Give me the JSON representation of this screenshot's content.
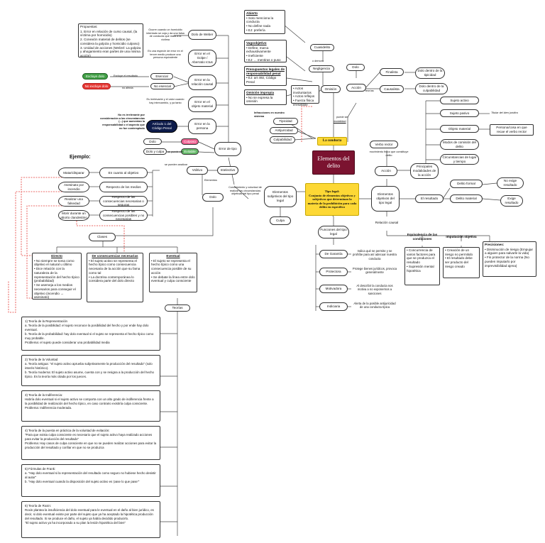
{
  "center": {
    "title": "Elementos del delito",
    "conducta": "La conducta",
    "tipo_legal": "Tipo legal:\nConjunto de elementos objetivos y subjetivos que determinan la materia de la prohibición para cada delito en específico"
  },
  "conducta_branch": {
    "tipicidad": "Tipicidad",
    "antijuricidad": "Antijuricidad",
    "culpabilidad": "Culpabilidad",
    "omision": "Omisión",
    "accion": "Acción",
    "negligencia": "Negligencia",
    "cuasidelito": "Cuasidelito",
    "acceso_demora": "o demora",
    "dolo": "Dolo",
    "finalista": "Finalista",
    "causalista": "Causalista",
    "teorias": "teorías",
    "dolo_dentro_tipicidad": "Dolo dentro de la tipicidad",
    "dolo_dentro_culpabilidad": "Dolo dentro de la culpabilidad",
    "actos_involuntarios": "• Actos involuntarios\n• Actos reflejos\n• Fuerza física irresistible",
    "infracciones_nota": "Infracciones en nuestro sistema",
    "puede_ser": "puede ser",
    "modalidad": "modalidad"
  },
  "omission_boxes": {
    "abierto_title": "Abierto",
    "abierto_items": [
      "• Solo menciona la conducta",
      "• No define nada",
      "• EJ: prefería"
    ],
    "vagoobjetivo_title": "Vagoobjetivo",
    "vagoobjetivo_items": [
      "• Define, marca exhaustivamente",
      "• Ineficiente",
      "• EJ: ... mentiras o puso"
    ],
    "presupuestos_title": "Presupuestos legales de responsabilidad penal",
    "presupuestos_items": [
      "• EJ: art 492, Código Penal"
    ],
    "omision_impropia_title": "Omisión impropia",
    "omision_impropia_items": [
      "• No se expresa la omisión"
    ]
  },
  "errors": {
    "presupuestos_title": "Propuestas:",
    "presupuestos_items": [
      "1. Error en relación de curso causal, (la víctima por homicidio)",
      "2. Conexión material de delitos (se considera la golpiza y homicidio culposo)",
      "3. Unidad de acciones (Welzel: La golpiza y ahogamiento eran partes de una misma acción)"
    ],
    "dolo_weber": "Dolo de Weber",
    "weber_nota": "Ocurre cuando un homicidio intentado se cuja y da una falsa de conducta que mata a la víctima",
    "error_golpe": "Error en el Golpe / Aberratio Ictus",
    "golpe_nota": "Es una especie de error en el tercer medio produce una persona equivalente",
    "error_causal": "Error en la relación causal",
    "error_objeto": "Error en el objeto material",
    "objeto_nota": "Es irrelevante y el valor cuando hay intercambio, y ya  tanto",
    "error_persona": "Error en la persona",
    "persona_nota": "No es irrelevante por consideración a las circunstancias (...) que aumentan la responsabilidad o el aspecto que no fue contemplado",
    "articulo": "Artículo 1 del Código Penal",
    "esencial": "Esencial",
    "no_esencial": "No esencial",
    "excluye_dolo": "Excluye dolo",
    "no_excluye_dolo": "No excluye dolo",
    "excluye_resultado": "Excluye el resultado",
    "no_afecta": "no afecta",
    "error_tipo": "Error de tipo",
    "dolo": "Dolo",
    "culposo": "Culposo",
    "dolo_culpa": "Dolo y culpa",
    "evitable": "Evitable",
    "se_puede_ser": "se puede ser"
  },
  "dolo_branch": {
    "dolo": "Dolo",
    "volitivo": "Volitivo",
    "intelectivo": "Intelectivo",
    "elementos": "Elementos",
    "conocimiento_nota": "Conocimiento y voluntad de realizar las circunstancias objetivas del tipo penal",
    "se_puede_analizar": "se pueden analizar",
    "ejemplo": "Ejemplo:",
    "examples": [
      "Matar/disparar",
      "Asesinato por incendio",
      "Realizar una falsedad",
      "Morir durante un aborto clandestino"
    ],
    "volitivos": [
      "En cuanto al objetivo",
      "Respecto de los medios",
      "Respecto de las consecuencias necesarias o seguras",
      "Respecto de las consecuencias posibles y no necesarias"
    ],
    "clases": "Clases",
    "directo_title": "Directo",
    "directo_items": [
      "• No siempre se toma como objetivo el natural u último",
      "• Dice relación con la naturaleza de la representación del hecho típico (probabilidad)",
      "• Se asemeja a los medios necesarios para conseguir el objetivo (incendio → asesinato)"
    ],
    "consecuencias_title": "De consecuencias necesarias",
    "consecuencias_items": [
      "• El sujeto activo se representa el hecho típico como consecuencia necesaria de la acción que su fama como tal",
      "• La doctrina contemporánea lo considera parte del dolo directo"
    ],
    "eventual_title": "Eventual",
    "eventual_items": [
      "• El sujeto se representa el hecho típico como una consecuencia posible de su acción",
      "• Se debate la línea entre dolo eventual y culpa consciente"
    ],
    "teorias": "Teorías"
  },
  "theories": [
    "1) Teoría de la Representación\na. Teoría de la posibilidad: el sujeto reconoce la posibilidad del hecho y por ende hay dolo eventual.\nb. Teoría de la probabilidad: hay dolo eventual si el sujeto se representa el hecho típico como muy probable.\nProblema: el sujeto puede considerar una probabilidad media",
    "2) Teoría de la Voluntad\na. Teoría antigua: \"el sujeto activo aprueba subjetivamente la producción del resultado\" (solo interés histórico).\nb. Teoría moderna: El sujeto activo asume, cuenta con y se resigna a la producción del hecho típico. Es la teoría más citada por los jueces.",
    "3) Teoría de la Indiferencia:\nHabría dolo eventual si el sujeto activo se comporta con un alto grado de indiferencia frente a la posibilidad de realización del hecho típico, en caso contrario existiría culpa consciente.\nProblema: Indiferencia moderada.",
    "4) Teoría de la puesta en práctica de la voluntad de evitación:\n\"Para que exista culpa consciente es necesario que el sujeto activo haya realizado acciones para evitar la producción del resultado\"\nProblema: Hay casos de culpa consciente en que no se pueden realizar acciones para evitar la producción del resultado y confiar en que no se produzca",
    "5) Fórmulas de Frank:\na. \"Hay dolo eventual si la representación del resultado como seguro no hubiese hecho desistir al autor\"\nb. \"Hay dolo eventual cuando la disposición del sujeto activo es 'pase lo que pase'\"",
    "6) Teoría de Roxin:\nRoxin plantea la insuficiencia del dolo eventual para le eventual en el daño al bien jurídico, es decir, si dolo eventual existe por parte del sujeto que ya ha aceptado la hipotética producción del resultado. Si se produce el daño, el sujeto ya había decidido producirlo.\n\"El sujeto activo ya ha incorporado a su plan la lesión hipotética del bien\""
  ],
  "subjective": {
    "title": "Elementos subjetivos del tipo legal",
    "culpa": "Culpa"
  },
  "functions": {
    "title": "Funciones del tipo legal",
    "items": [
      {
        "name": "De Garantía",
        "desc": "Indica qué se permite y se prohíbe para así adecuar nuestra conducta"
      },
      {
        "name": "Protectora",
        "desc": "Protege bienes jurídicos, provoca generalmente"
      },
      {
        "name": "Motivadora",
        "desc": "Al describir la conducta nos motiva a no exponernos a sanciones"
      },
      {
        "name": "Indiciaria",
        "desc": "Alerta de la posible antijuricidad de una conducta típica"
      }
    ]
  },
  "objective": {
    "title": "Elementos objetivos del tipo legal",
    "verbo_rector": "Verbo rector",
    "movimiento": "movimiento físico que constituye delito",
    "accion": "Acción",
    "principales": "Principales modalidades de la acción",
    "sujeto_activo": "Sujeto activo",
    "sujeto_pasivo": "Sujeto pasivo",
    "objeto_material": "Objeto material",
    "modos_comision": "Modos de comisión del delito",
    "circunstancias": "Circunstancias de lugar y tiempo",
    "titular_bien": "Titular del bien jurídico",
    "persona_cosa": "Persona/cosa en que recae el verbo rector",
    "el_resultado": "El resultado",
    "delito_formal": "Delito formal",
    "delito_material": "Delito material",
    "no_exige": "No exige resultado",
    "exige": "Exige resultado",
    "relacion_causal": "Relación causal",
    "equivalencia_title": "Equivalencia de las condiciones",
    "equivalencia_items": [
      "• Concurrencia de varios factores para que se produzca el resultado",
      "• Supresión mental hipotética"
    ],
    "imputacion_title": "Imputación objetiva",
    "imputacion_items": [
      "• Creación de un riesgo no permitido",
      "• El resultado debe ser producto del riesgo creado"
    ],
    "precisiones_title": "Precisiones:",
    "precisiones_items": [
      "• Disminución de riesgo (Empujar a alguien para salvarle la vida)",
      "• Fin protector de la norma (No pueden imputarlo por imprevisibilidad ajena)"
    ]
  },
  "colors": {
    "maroon": "#7b1330",
    "yellow": "#fdd835",
    "red": "#e53935",
    "green": "#43a047",
    "navy": "#0d1b4a",
    "pink": "#f06292"
  }
}
